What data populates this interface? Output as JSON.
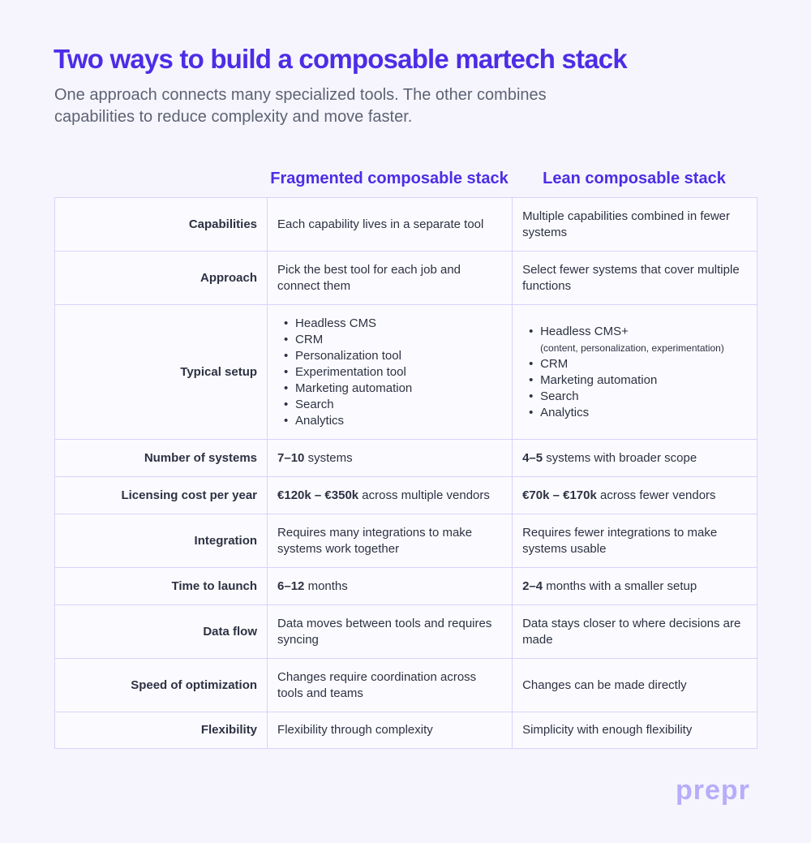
{
  "title": "Two ways to build a composable martech stack",
  "subtitle": "One approach connects many specialized tools. The other combines capabilities to reduce complexity and move faster.",
  "columns": [
    "Fragmented composable stack",
    "Lean composable stack"
  ],
  "rows": [
    {
      "label": "Capabilities",
      "a": {
        "text": "Each capability lives in a separate tool"
      },
      "b": {
        "text": "Multiple capabilities combined in fewer systems"
      }
    },
    {
      "label": "Approach",
      "a": {
        "text": "Pick the best tool for each job and connect them"
      },
      "b": {
        "text": "Select fewer systems that cover multiple functions"
      }
    },
    {
      "label": "Typical setup",
      "a": {
        "items": [
          "Headless CMS",
          "CRM",
          "Personalization tool",
          "Experimentation tool",
          "Marketing automation",
          "Search",
          "Analytics"
        ]
      },
      "b": {
        "items": [
          "Headless CMS+",
          "CRM",
          "Marketing automation",
          "Search",
          "Analytics"
        ],
        "note": "(content, personalization, experimentation)"
      }
    },
    {
      "label": "Number of systems",
      "a": {
        "bold": "7–10",
        "text": " systems"
      },
      "b": {
        "bold": "4–5",
        "text": " systems with broader scope"
      }
    },
    {
      "label": "Licensing cost per year",
      "a": {
        "bold": "€120k – €350k",
        "text": " across multiple vendors"
      },
      "b": {
        "bold": "€70k – €170k",
        "text": " across fewer vendors"
      }
    },
    {
      "label": "Integration",
      "a": {
        "text": "Requires many integrations to make systems work together"
      },
      "b": {
        "text": "Requires fewer integrations to make systems usable"
      }
    },
    {
      "label": "Time to launch",
      "a": {
        "bold": "6–12",
        "text": " months"
      },
      "b": {
        "bold": "2–4",
        "text": " months with a smaller setup"
      }
    },
    {
      "label": "Data flow",
      "a": {
        "text": "Data moves between tools and requires syncing"
      },
      "b": {
        "text": "Data stays closer to where decisions are made"
      }
    },
    {
      "label": "Speed of optimization",
      "a": {
        "text": "Changes require coordination across tools and teams"
      },
      "b": {
        "text": "Changes can be made directly"
      }
    },
    {
      "label": "Flexibility",
      "a": {
        "text": "Flexibility through complexity"
      },
      "b": {
        "text": "Simplicity with enough flexibility"
      }
    }
  ],
  "logo": "prepr"
}
